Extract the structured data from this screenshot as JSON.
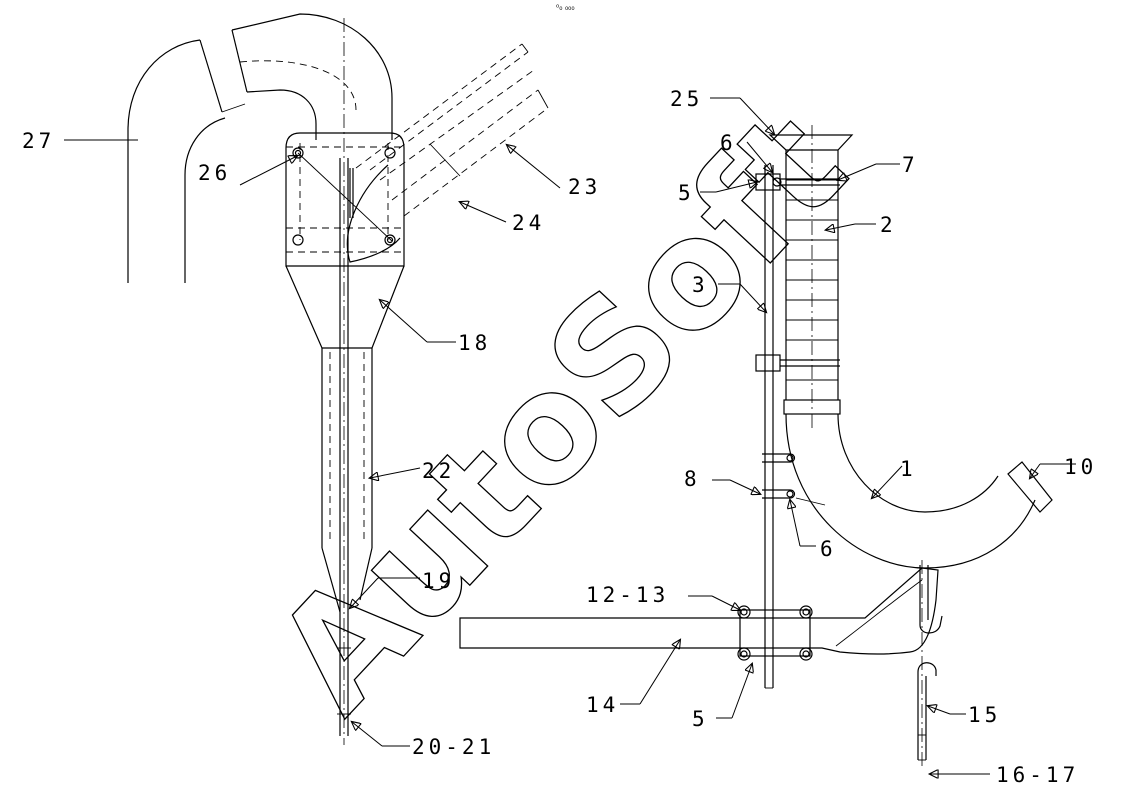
{
  "header": {
    "mark": "⁰₀ ₀₀₀"
  },
  "watermark": {
    "text": "AutoSoft"
  },
  "callouts": {
    "c27": "27",
    "c26": "26",
    "c23": "23",
    "c24": "24",
    "c18": "18",
    "c22": "22",
    "c19": "19",
    "c2021": "20-21",
    "c25": "25",
    "c6a": "6",
    "c7": "7",
    "c5a": "5",
    "c2": "2",
    "c3": "3",
    "c1": "1",
    "c10": "10",
    "c8": "8",
    "c6b": "6",
    "c1213": "12-13",
    "c14": "14",
    "c5b": "5",
    "c15": "15",
    "c1617": "16-17"
  }
}
